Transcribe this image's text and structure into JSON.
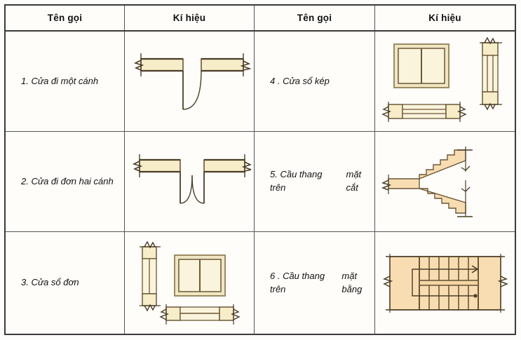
{
  "document": {
    "kind": "architectural-symbols-table",
    "columns": [
      "Tên gọi",
      "Kí hiệu",
      "Tên gọi",
      "Kí hiệu"
    ]
  },
  "header": {
    "col1": "Tên gọi",
    "col2": "Kí hiệu",
    "col3": "Tên gọi",
    "col4": "Kí hiệu"
  },
  "rows": [
    {
      "left": {
        "label": "1. Cửa đi một cánh",
        "symbol": "single-leaf-door-plan"
      },
      "right": {
        "label": "4 . Cửa sổ kép",
        "symbol": "double-window-views"
      }
    },
    {
      "left": {
        "label": "2. Cửa đi đơn hai cánh",
        "symbol": "double-leaf-door-plan"
      },
      "right": {
        "label_line1": "5. Cầu thang trên",
        "label_line2": "mặt cắt",
        "symbol": "stair-section"
      }
    },
    {
      "left": {
        "label": "3. Cửa sổ đơn",
        "symbol": "single-window-views"
      },
      "right": {
        "label_line1": "6 . Cầu thang trên",
        "label_line2": "mặt bằng",
        "symbol": "stair-plan"
      }
    }
  ],
  "colors": {
    "wall_fill": "#f7edc9",
    "wall_fill_light": "#fbf4dc",
    "stair_fill": "#f9ddb2",
    "outline": "#6b5736",
    "line": "#4a3d26",
    "border": "#3a3a3a",
    "grid": "#555555",
    "page_bg": "#fdfdfb"
  }
}
